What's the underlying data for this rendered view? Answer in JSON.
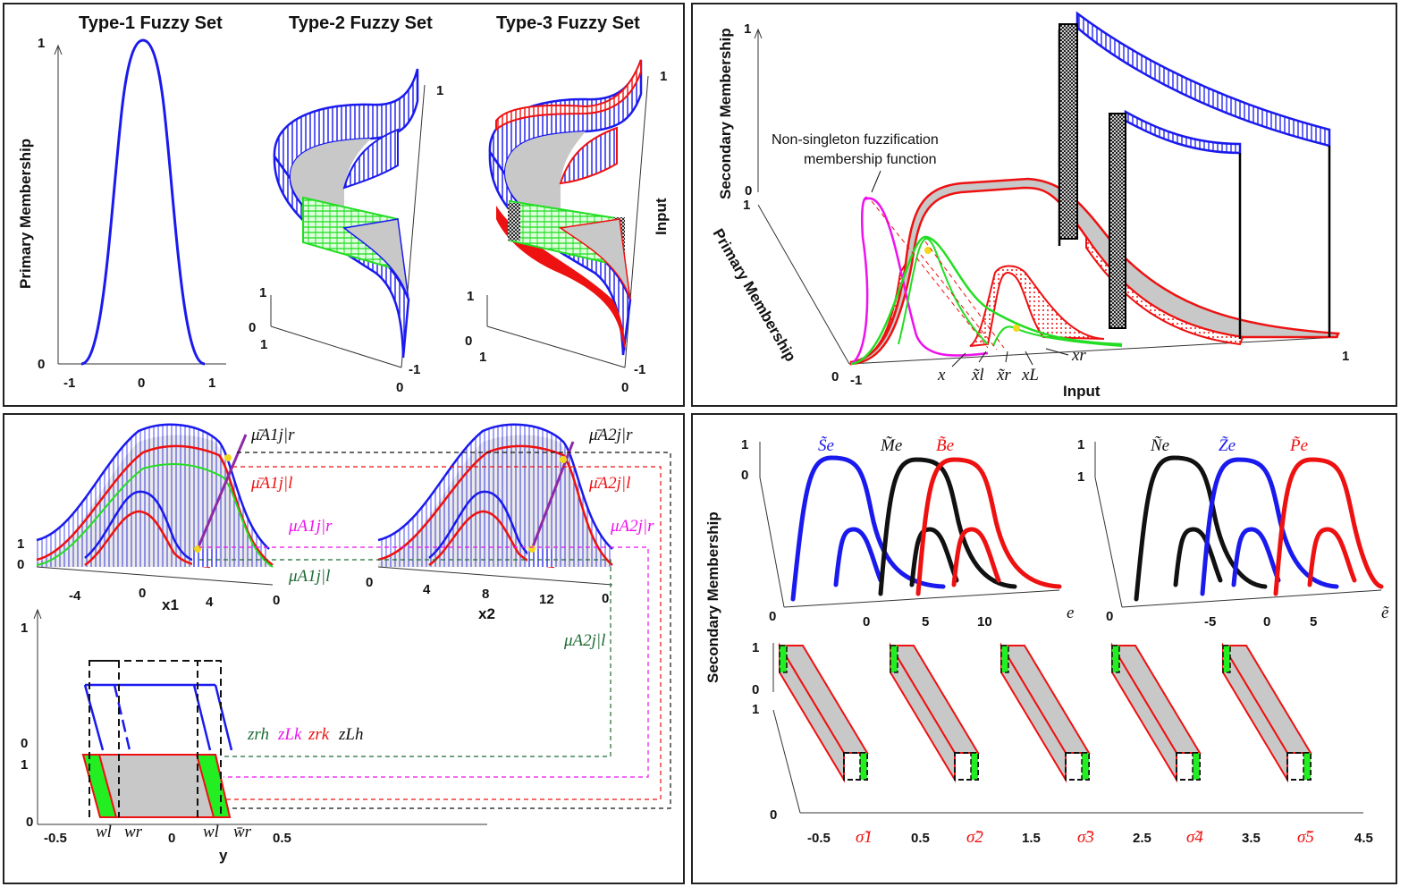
{
  "panel_a": {
    "titles": [
      "Type-1 Fuzzy Set",
      "Type-2 Fuzzy Set",
      "Type-3 Fuzzy Set"
    ],
    "ylabel": "Primary Membership",
    "t1_ticks_x": [
      "-1",
      "0",
      "1"
    ],
    "t1_ticks_y": [
      "1",
      "0"
    ],
    "t2_ticks": [
      "1",
      "0",
      "1",
      "0",
      "-1",
      "1"
    ],
    "t3_ticks": [
      "1",
      "0",
      "1",
      "0",
      "-1",
      "1"
    ],
    "input_label": "Input"
  },
  "panel_b": {
    "ylabel": "Secondary Membership",
    "y2label": "Primary Membership",
    "xlabel": "Input",
    "annotation_line1": "Non-singleton fuzzification",
    "annotation_line2": "membership function",
    "ticks": [
      "1",
      "0",
      "1",
      "0",
      "-1",
      "1"
    ],
    "point_labels": [
      "x",
      "x̃l",
      "x̃r",
      "xL",
      "xr"
    ]
  },
  "panel_c": {
    "x1_label": "x1",
    "x2_label": "x2",
    "y_label": "y",
    "x1_ticks": [
      "-4",
      "0",
      "4",
      "0"
    ],
    "x2_ticks": [
      "0",
      "4",
      "8",
      "12",
      "0"
    ],
    "y_ticks": [
      "-0.5",
      "0",
      "0.5"
    ],
    "left_ticks": [
      "1",
      "0",
      "0",
      "1",
      "0"
    ],
    "mu_labels": [
      "μ̄A1j|r",
      "μ̄A1j|l",
      "μA1j|r",
      "μA1j|l",
      "μ̄A2j|r",
      "μ̄A2j|l",
      "μA2j|r",
      "μA2j|l"
    ],
    "z_labels": [
      "zrh",
      "zLk",
      "zrk",
      "zLh"
    ],
    "w_labels": [
      "wl",
      "wr",
      "wl",
      "w̄r"
    ]
  },
  "panel_d": {
    "ylabel": "Secondary Membership",
    "set_labels_left": [
      "S̃e",
      "M̃e",
      "B̃e"
    ],
    "set_labels_right": [
      "Ñe",
      "Z̃e",
      "P̃e"
    ],
    "e_ticks": [
      "0",
      "5",
      "10"
    ],
    "e_label": "e",
    "et_ticks": [
      "-5",
      "0",
      "5"
    ],
    "et_label": "ẽ",
    "bottom_ticks": [
      "-0.5",
      "0.5",
      "1.5",
      "2.5",
      "3.5",
      "4.5"
    ],
    "sigma_labels": [
      "σ̃1",
      "σ̃2",
      "σ̃3",
      "σ̃4",
      "σ̃5"
    ],
    "left_ticks": [
      "1",
      "0",
      "1",
      "0",
      "1",
      "0",
      "1",
      "0"
    ]
  },
  "colors": {
    "blue": "#1a1aee",
    "red": "#ee1111",
    "green": "#22dd22",
    "magenta": "#ee11ee",
    "gray": "#c8c8c8",
    "darkgreen": "#1e6b35"
  }
}
